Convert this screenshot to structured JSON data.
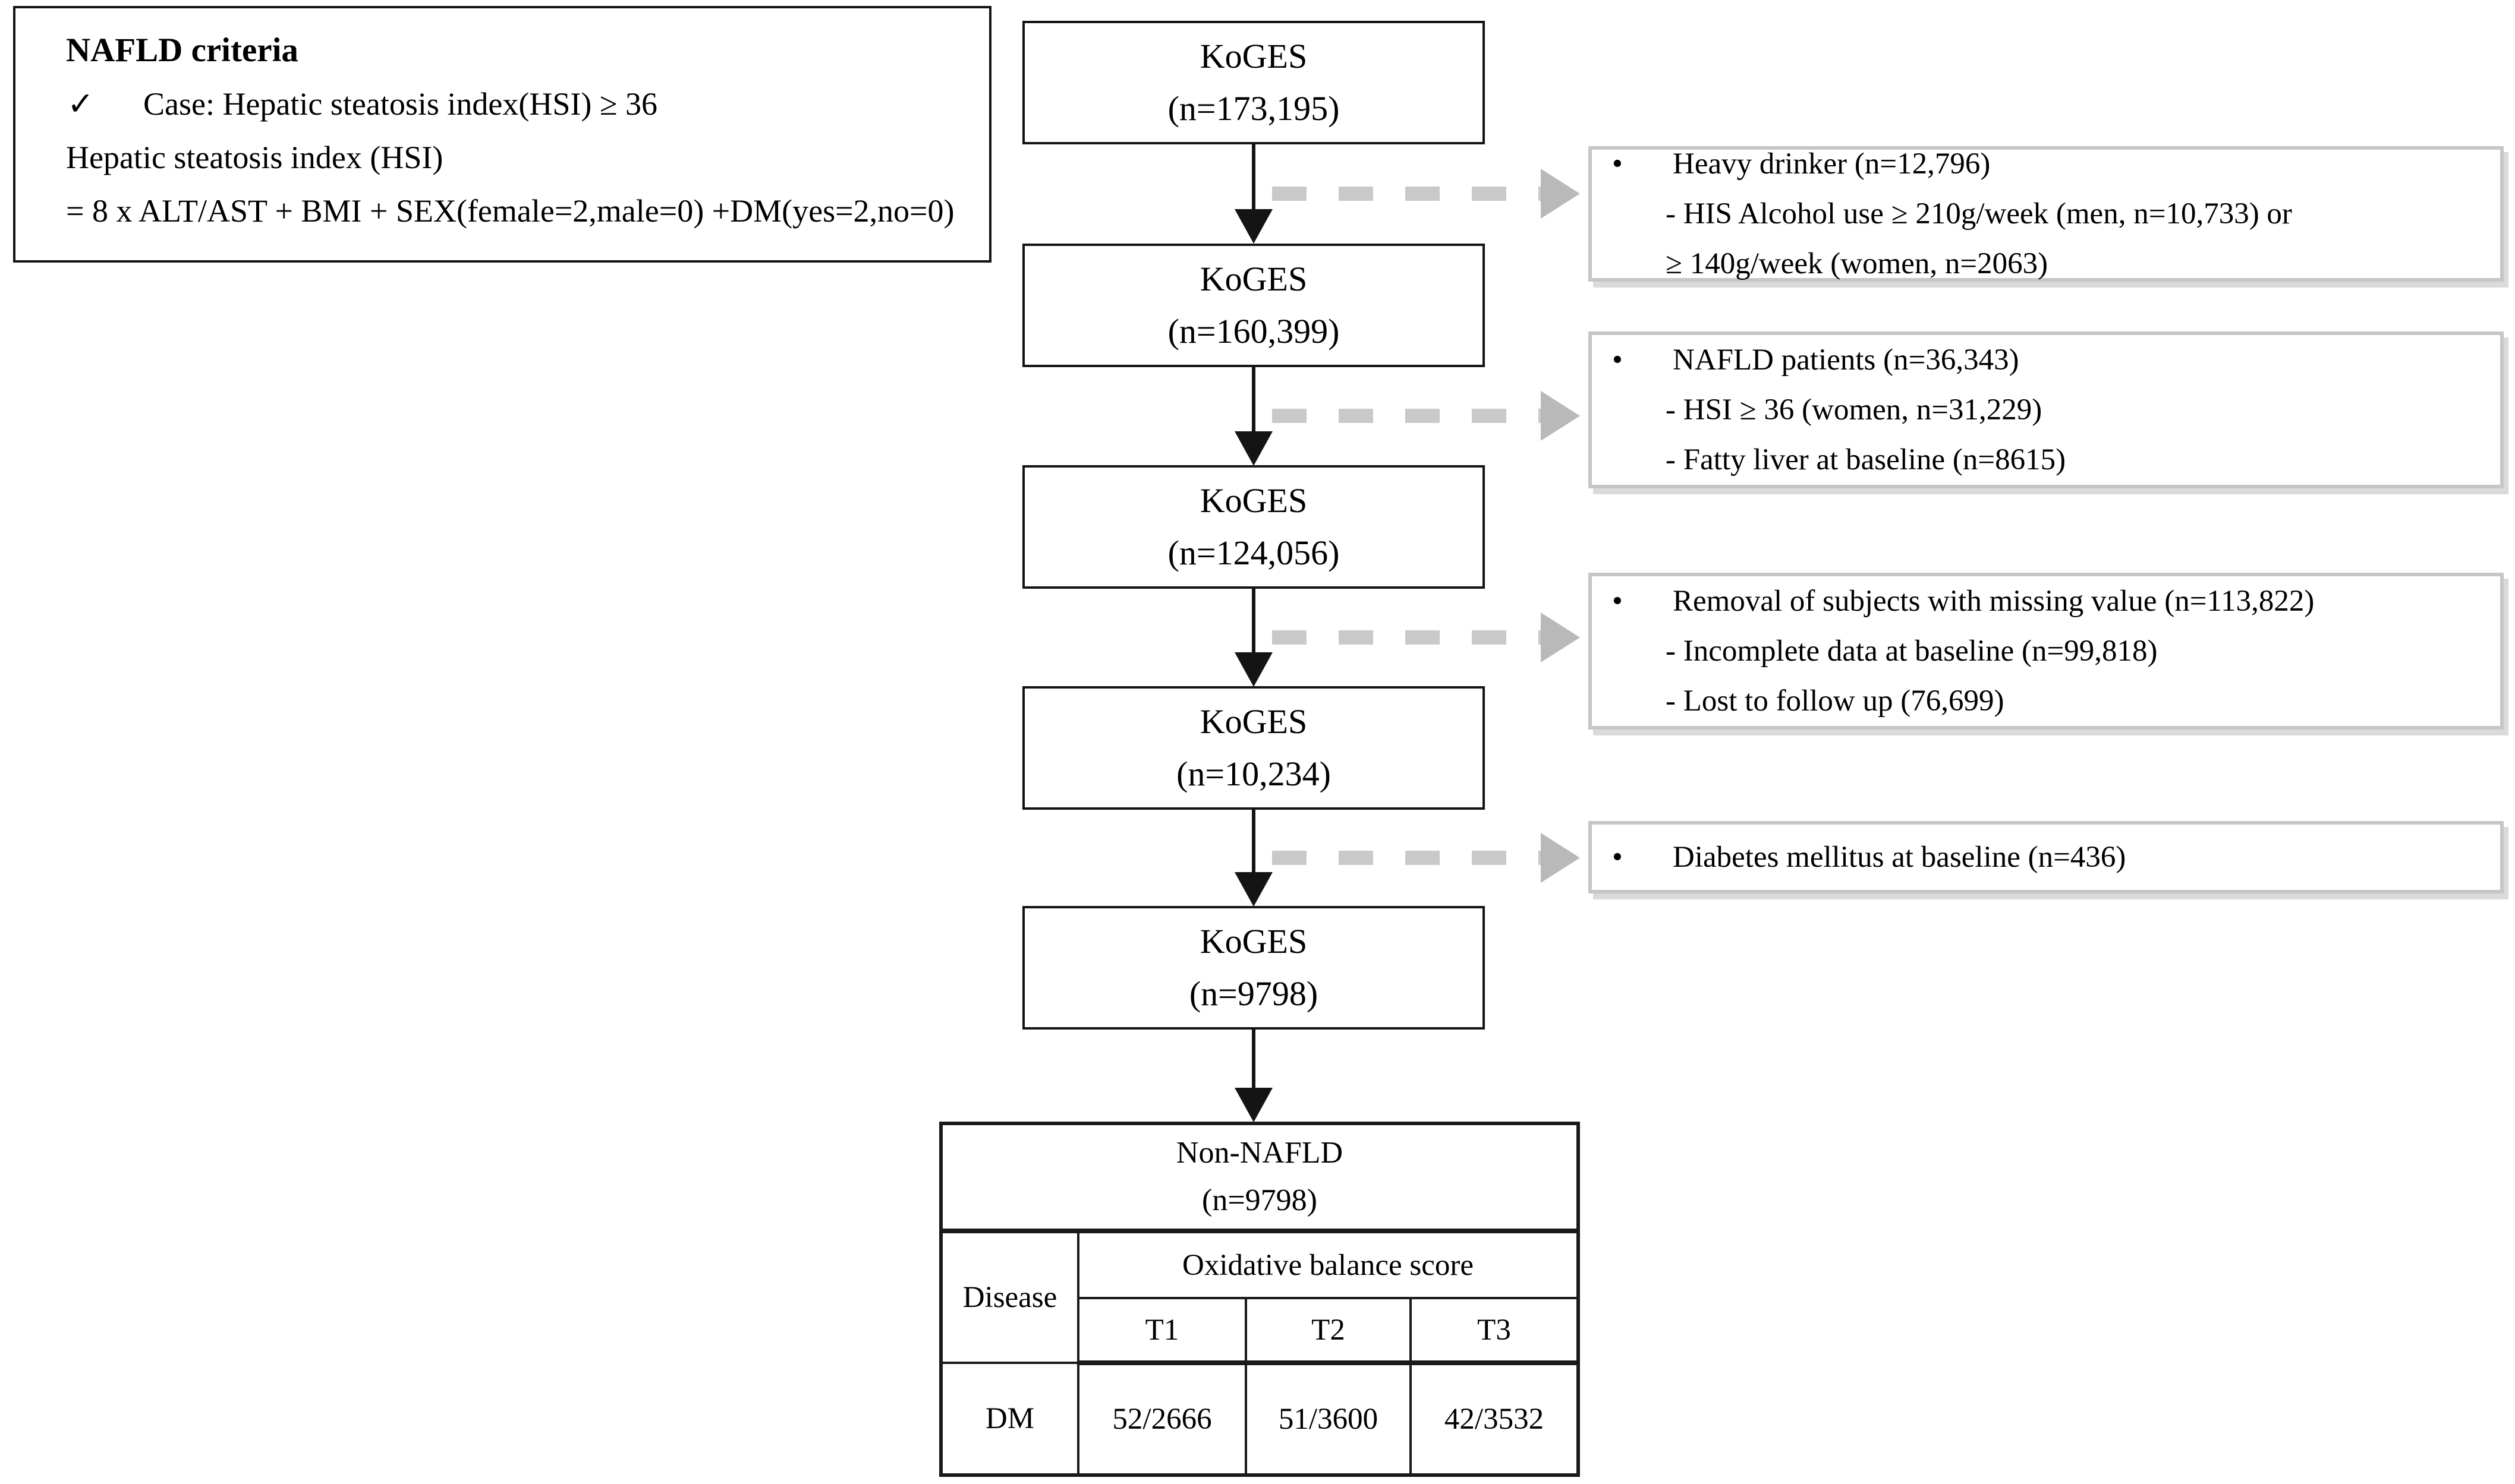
{
  "glyphs": {
    "check": "✓",
    "bullet": "•"
  },
  "colors": {
    "line_black": "#141414",
    "dashed_arrow_grey": "#c9c9c9",
    "exclusion_border_grey": "#c6c6c6"
  },
  "criteria_box": {
    "title": "NAFLD criteria",
    "case_line": "Case: Hepatic steatosis index(HSI) ≥ 36",
    "hsi_line": "Hepatic steatosis index (HSI)",
    "formula_line": "= 8 x ALT/AST + BMI + SEX(female=2,male=0) +DM(yes=2,no=0)"
  },
  "flow_boxes": [
    {
      "name": "KoGES",
      "n": "(n=173,195)"
    },
    {
      "name": "KoGES",
      "n": "(n=160,399)"
    },
    {
      "name": "KoGES",
      "n": "(n=124,056)"
    },
    {
      "name": "KoGES",
      "n": "(n=10,234)"
    },
    {
      "name": "KoGES",
      "n": "(n=9798)"
    }
  ],
  "exclusion_boxes": [
    {
      "lines": [
        "Heavy drinker (n=12,796)",
        "- HIS Alcohol use ≥ 210g/week (men, n=10,733) or",
        "≥ 140g/week (women, n=2063)"
      ]
    },
    {
      "lines": [
        "NAFLD patients (n=36,343)",
        "- HSI ≥ 36 (women, n=31,229)",
        "- Fatty liver at baseline (n=8615)"
      ]
    },
    {
      "lines": [
        "Removal of subjects with missing value (n=113,822)",
        "- Incomplete data at baseline (n=99,818)",
        "- Lost to follow up (76,699)"
      ]
    },
    {
      "lines": [
        "Diabetes mellitus at baseline (n=436)"
      ]
    }
  ],
  "table": {
    "header_line1": "Non-NAFLD",
    "header_line2": "(n=9798)",
    "disease_label": "Disease",
    "obs_label": "Oxidative balance score",
    "tertiles": [
      "T1",
      "T2",
      "T3"
    ],
    "row_label": "DM",
    "values": [
      "52/2666",
      "51/3600",
      "42/3532"
    ]
  }
}
